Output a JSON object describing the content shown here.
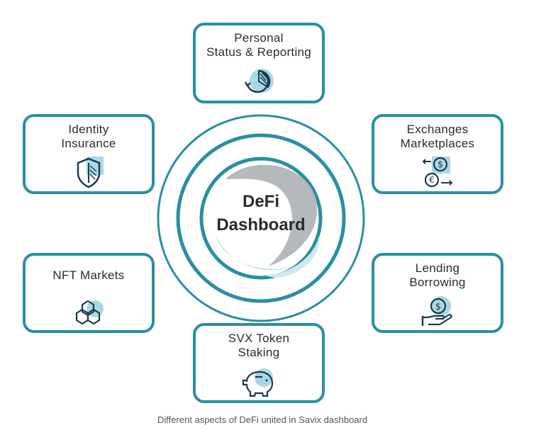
{
  "center": {
    "line1": "DeFi",
    "line2": "Dashboard"
  },
  "cards": {
    "personal": {
      "label": "Personal\nStatus & Reporting",
      "icon": "pie-chart-refresh-icon"
    },
    "identity": {
      "label": "Identity\nInsurance",
      "icon": "shield-icon"
    },
    "exchanges": {
      "label": "Exchanges\nMarketplaces",
      "icon": "currency-exchange-icon"
    },
    "nft": {
      "label": "NFT Markets",
      "icon": "hexagon-cubes-icon"
    },
    "lending": {
      "label": "Lending\nBorrowing",
      "icon": "hand-coin-icon"
    },
    "staking": {
      "label": "SVX Token\nStaking",
      "icon": "piggy-bank-icon"
    }
  },
  "caption": "Different aspects of DeFi united in Savix dashboard",
  "colors": {
    "border": "#2a8fa0",
    "accent_light": "#a8d8e6",
    "icon_stroke": "#1e3a4c"
  }
}
